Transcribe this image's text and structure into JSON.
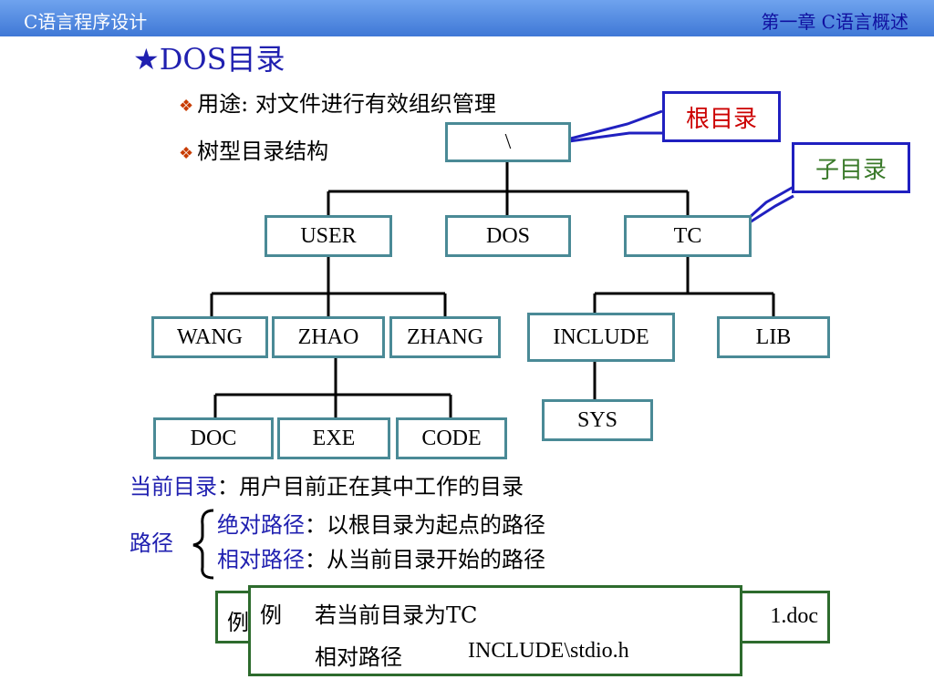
{
  "header": {
    "left": "C语言程序设计",
    "right": "第一章  C语言概述"
  },
  "title": {
    "star": "★",
    "text": "DOS目录"
  },
  "bullets": [
    {
      "mark": "❖",
      "text": "用途: 对文件进行有效组织管理"
    },
    {
      "mark": "❖",
      "text": "树型目录结构"
    }
  ],
  "tree": {
    "root": "\\",
    "level1": [
      "USER",
      "DOS",
      "TC"
    ],
    "user_children": [
      "WANG",
      "ZHAO",
      "ZHANG"
    ],
    "tc_children": [
      "INCLUDE",
      "LIB"
    ],
    "zhao_children": [
      "DOC",
      "EXE",
      "CODE"
    ],
    "include_children": [
      "SYS"
    ]
  },
  "callouts": {
    "root": "根目录",
    "sub": "子目录"
  },
  "definitions": {
    "current_term": "当前目录",
    "current_desc": "：用户目前正在其中工作的目录",
    "path_term": "路径",
    "abs_term": "绝对路径",
    "abs_desc": "：以根目录为起点的路径",
    "rel_term": "相对路径",
    "rel_desc": "：从当前目录开始的路径"
  },
  "example_back": {
    "left": "例",
    "right": "1.doc"
  },
  "example_front": {
    "label": "例",
    "line1": "若当前目录为TC",
    "line2_term": "相对路径",
    "line2_path": "INCLUDE\\stdio.h"
  }
}
